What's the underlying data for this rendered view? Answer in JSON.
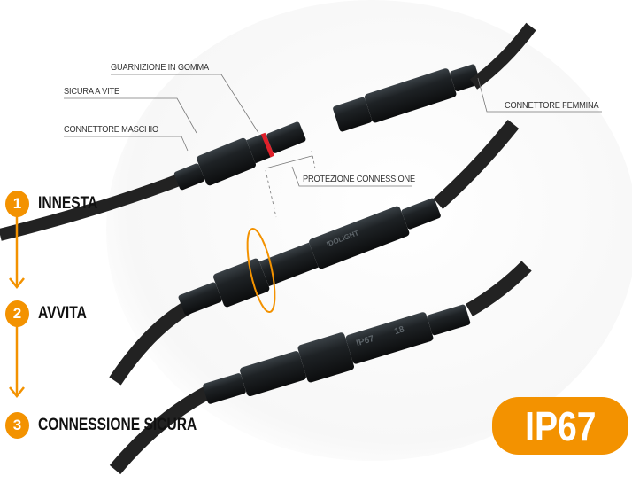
{
  "callouts": {
    "rubber_gasket": "GUARNIZIONE IN GOMMA",
    "screw_lock": "SICURA A VITE",
    "male_connector": "CONNETTORE MASCHIO",
    "female_connector": "CONNETTORE FEMMINA",
    "connection_protection": "PROTEZIONE CONNESSIONE"
  },
  "steps": [
    {
      "number": "1",
      "label": "INNESTA"
    },
    {
      "number": "2",
      "label": "AVVITA"
    },
    {
      "number": "3",
      "label": "CONNESSIONE SICURA"
    }
  ],
  "badge": {
    "label": "IP67"
  },
  "connector_markings": {
    "rating": "IP67",
    "brand": "IDOLIGHT",
    "code": "18"
  },
  "colors": {
    "accent": "#f39200",
    "connector": "#1c1f21",
    "gasket": "#e0202a"
  }
}
